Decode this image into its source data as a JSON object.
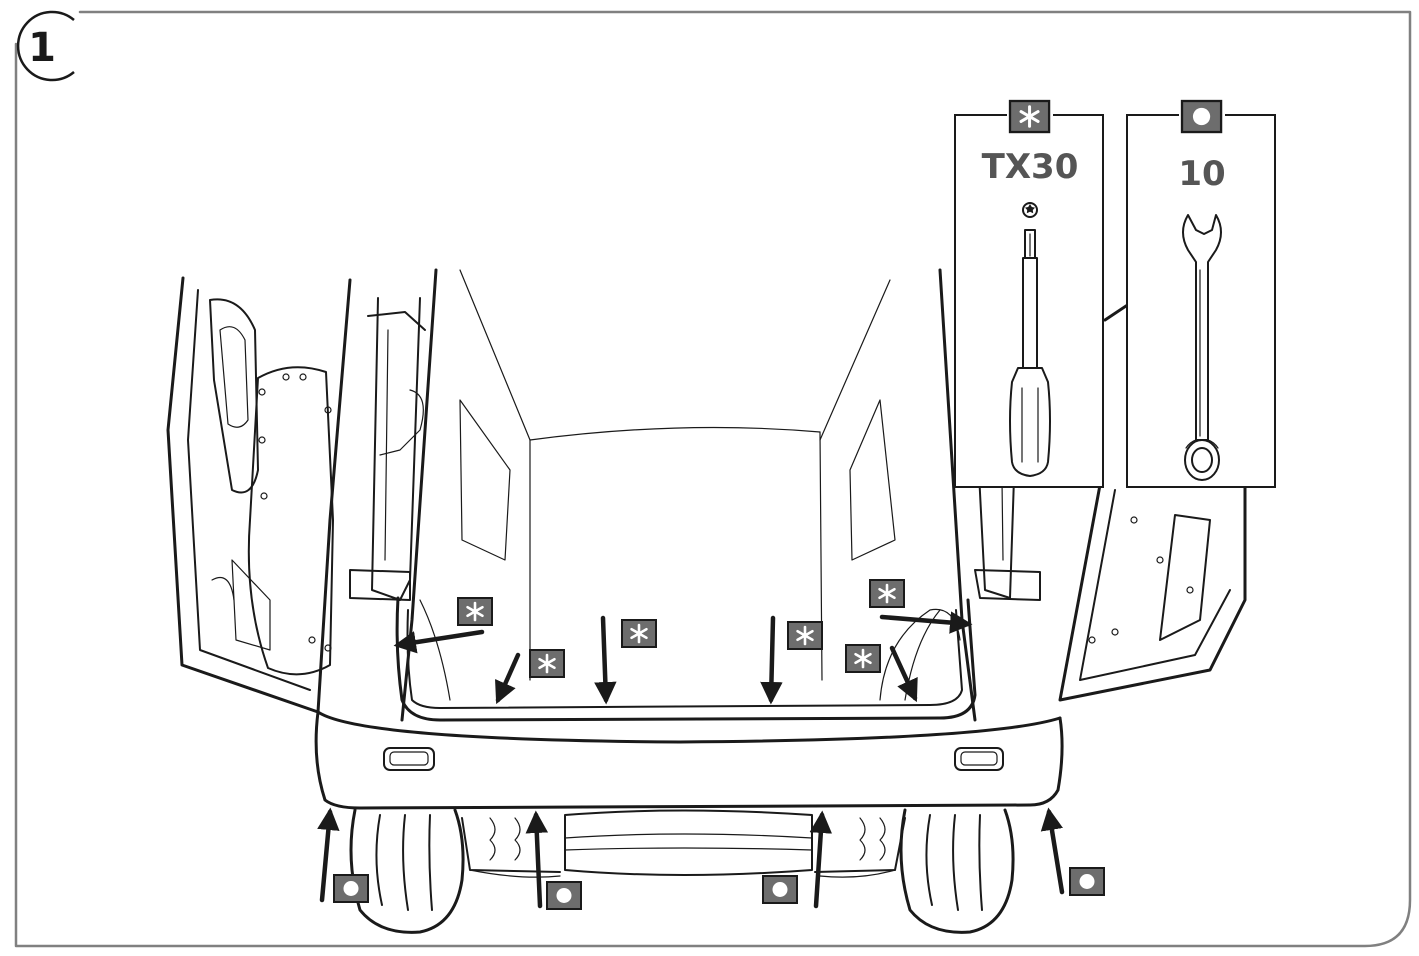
{
  "step": {
    "number": "1"
  },
  "colors": {
    "frame": "#808080",
    "marker_fill": "#6d6d6d",
    "marker_symbol": "#ffffff",
    "tool_label": "#555555",
    "line": "#1a1a1a"
  },
  "tools": [
    {
      "id": "torx",
      "marker": "asterisk-marker-icon",
      "label": "TX30",
      "icon": "torx-screwdriver-icon"
    },
    {
      "id": "wrench",
      "marker": "dot-marker-icon",
      "label": "10",
      "icon": "combination-wrench-icon"
    }
  ],
  "fasteners": {
    "asterisk_marker_count_in_scene": 6,
    "dot_marker_count_in_scene": 4
  }
}
